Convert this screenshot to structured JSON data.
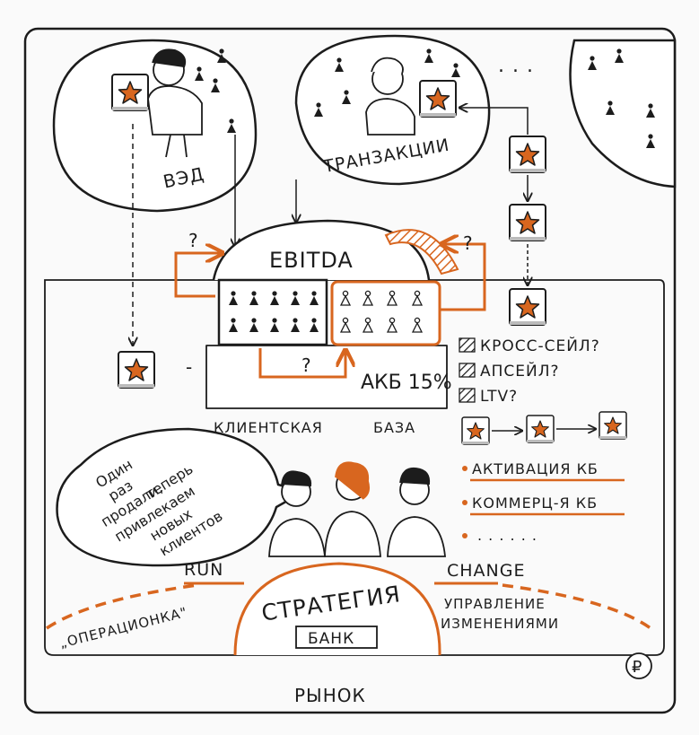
{
  "labels": {
    "ved": "ВЭД",
    "transactions": "ТРАНЗАКЦИИ",
    "ellipsis": ". . .",
    "ebitda": "EBITDA",
    "question": "?",
    "akb": "АКБ 15%",
    "client_base": "КЛИЕНТСКАЯ",
    "client_base_2": "БАЗА",
    "minus": "-",
    "run": "RUN",
    "change": "CHANGE",
    "strategy": "СТРАТЕГИЯ",
    "bank": "БАНК",
    "operations": "„ОПЕРАЦИОНКА\"",
    "change_mgmt_1": "УПРАВЛЕНИЕ",
    "change_mgmt_2": "ИЗМЕНЕНИЯМИ",
    "market": "РЫНОК",
    "ruble": "₽"
  },
  "legend": [
    {
      "text": "КРОСС-СЕЙЛ?"
    },
    {
      "text": "АПСЕЙЛ?"
    },
    {
      "text": "LTV?"
    }
  ],
  "actions": [
    {
      "text": "АКТИВАЦИЯ КБ"
    },
    {
      "text": "КОММЕРЦ-Я КБ"
    },
    {
      "text": ". . . . . ."
    }
  ],
  "speech": [
    "Один",
    "раз",
    "продали,",
    "теперь",
    "привлекаем",
    "новых",
    "клиентов"
  ],
  "colors": {
    "accent": "#d8661f",
    "ink": "#1c1c1c",
    "paper": "#fafafa"
  }
}
